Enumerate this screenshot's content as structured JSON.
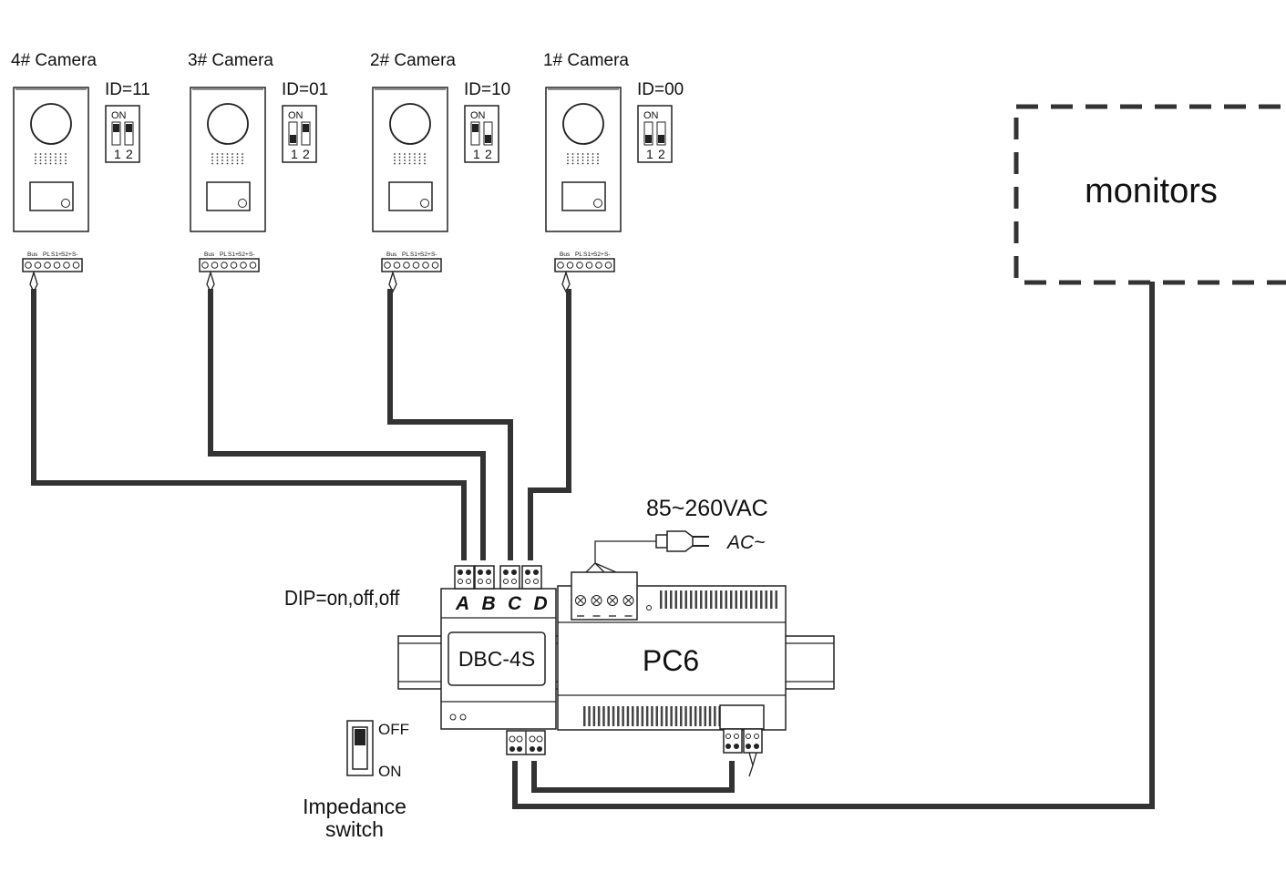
{
  "cameras": [
    {
      "title": "4# Camera",
      "id": "ID=11",
      "sw1": "on",
      "sw2": "on"
    },
    {
      "title": "3# Camera",
      "id": "ID=01",
      "sw1": "off",
      "sw2": "on"
    },
    {
      "title": "2# Camera",
      "id": "ID=10",
      "sw1": "on",
      "sw2": "off"
    },
    {
      "title": "1# Camera",
      "id": "ID=00",
      "sw1": "off",
      "sw2": "off"
    }
  ],
  "dip_labels": {
    "on": "ON",
    "one": "1",
    "two": "2"
  },
  "terminal_labels": [
    "Bus",
    "PL",
    "S1+",
    "S2+",
    "S-"
  ],
  "monitors_label": "monitors",
  "power_label": "85~260VAC",
  "ac_label": "AC~",
  "dip_setting_label": "DIP=on,off,off",
  "dbc": {
    "name": "DBC-4S",
    "ports": [
      "A",
      "B",
      "C",
      "D"
    ]
  },
  "pc6": {
    "name": "PC6"
  },
  "impedance": {
    "off": "OFF",
    "on": "ON",
    "label_line1": "Impedance",
    "label_line2": "switch"
  },
  "colors": {
    "wire": "#333333",
    "line": "#222222"
  }
}
